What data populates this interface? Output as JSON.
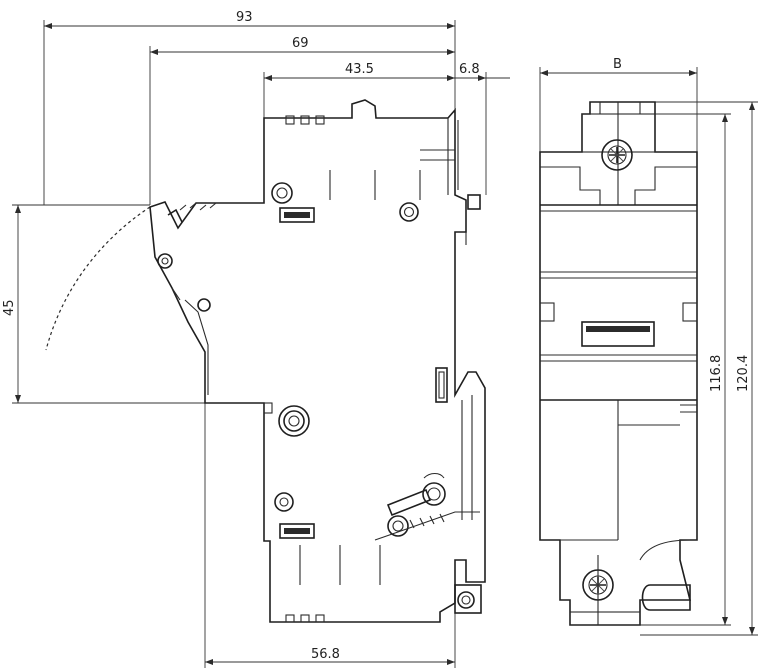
{
  "drawing": {
    "dimensions": {
      "overall_width": "93",
      "handle_width": "69",
      "body_top_width": "43.5",
      "terminal_offset": "6.8",
      "handle_swing": "45",
      "base_width": "56.8",
      "side_width": "B",
      "side_height_inner": "116.8",
      "side_height_outer": "120.4"
    }
  }
}
